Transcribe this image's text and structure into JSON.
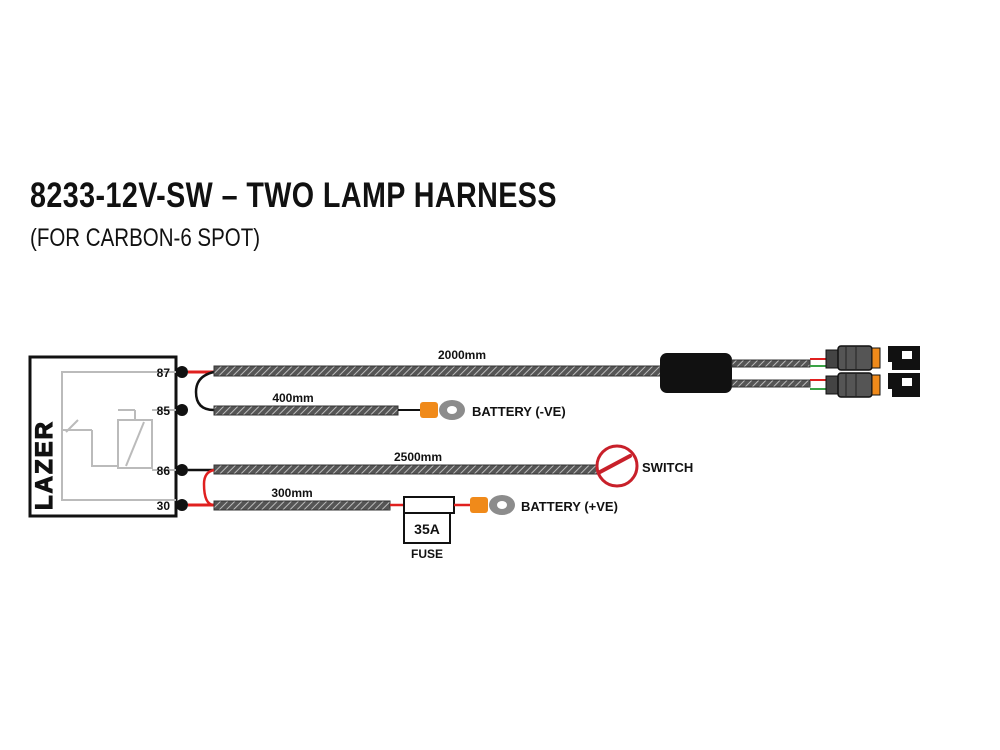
{
  "title": "8233-12V-SW – TWO LAMP HARNESS",
  "subtitle": "(FOR CARBON-6 SPOT)",
  "relay": {
    "logo": "LAZER",
    "pins": [
      "87",
      "85",
      "86",
      "30"
    ]
  },
  "wires": {
    "main_length": "2000mm",
    "ground_length": "400mm",
    "switch_length": "2500mm",
    "positive_length": "300mm"
  },
  "labels": {
    "battery_negative": "BATTERY (-VE)",
    "switch": "SWITCH",
    "battery_positive": "BATTERY (+VE)",
    "fuse_rating": "35A",
    "fuse": "FUSE"
  },
  "colors": {
    "red_wire": "#e0201f",
    "black_wire": "#111111",
    "green_wire": "#3aa346",
    "orange_connector": "#f08a1a",
    "ring_terminal": "#8c8c8c",
    "switch_ring": "#c8202a"
  }
}
